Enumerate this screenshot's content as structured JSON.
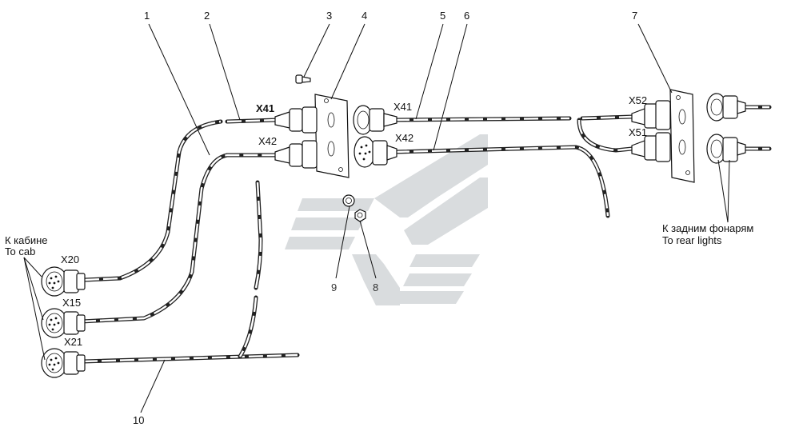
{
  "colors": {
    "line": "#111111",
    "logo": "#d9dcde",
    "background": "#ffffff"
  },
  "part_numbers": [
    "1",
    "2",
    "3",
    "4",
    "5",
    "6",
    "7",
    "8",
    "9",
    "10"
  ],
  "connectors": {
    "left_x41": "X41",
    "left_x42": "X42",
    "right_x41": "X41",
    "right_x42": "X42",
    "x52": "X52",
    "x51": "X51",
    "x20": "X20",
    "x15": "X15",
    "x21": "X21"
  },
  "annotations": {
    "cab_ru": "К кабине",
    "cab_en": "To cab",
    "rear_ru": "К задним фонарям",
    "rear_en": "To rear lights"
  }
}
